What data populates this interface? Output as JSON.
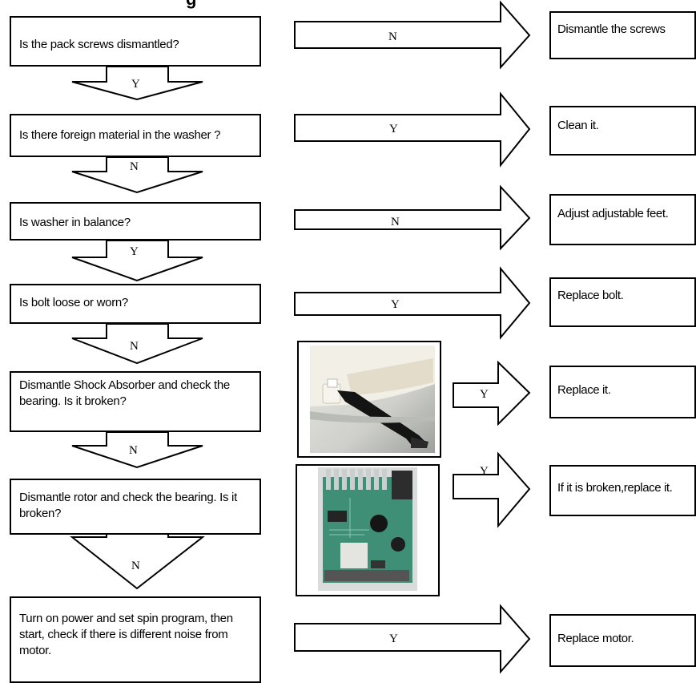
{
  "steps": [
    {
      "question": "Is the pack screws dismantled?",
      "down_label": "Y",
      "branch_label": "N",
      "result": "Dismantle the screws"
    },
    {
      "question": "Is there foreign material in the washer ?",
      "down_label": "N",
      "branch_label": "Y",
      "result": "Clean it."
    },
    {
      "question": "Is washer in balance?",
      "down_label": "Y",
      "branch_label": "N",
      "result": "Adjust adjustable feet."
    },
    {
      "question": "Is bolt loose or worn?",
      "down_label": "N",
      "branch_label": "Y",
      "result": "Replace bolt."
    },
    {
      "question": "Dismantle Shock Absorber and check the bearing. Is it broken?",
      "down_label": "N",
      "branch_label": "Y",
      "result": "Replace it.",
      "photo": "shock-absorber-photo"
    },
    {
      "question": "Dismantle rotor and check the bearing. Is it broken?",
      "down_label": "N",
      "branch_label": "Y",
      "result": "If it is broken,replace it.",
      "photo": "motor-control-board-photo"
    },
    {
      "question": "Turn on power and set spin program, then start, check if there is different noise from motor.",
      "branch_label": "Y",
      "result": "Replace motor."
    }
  ]
}
